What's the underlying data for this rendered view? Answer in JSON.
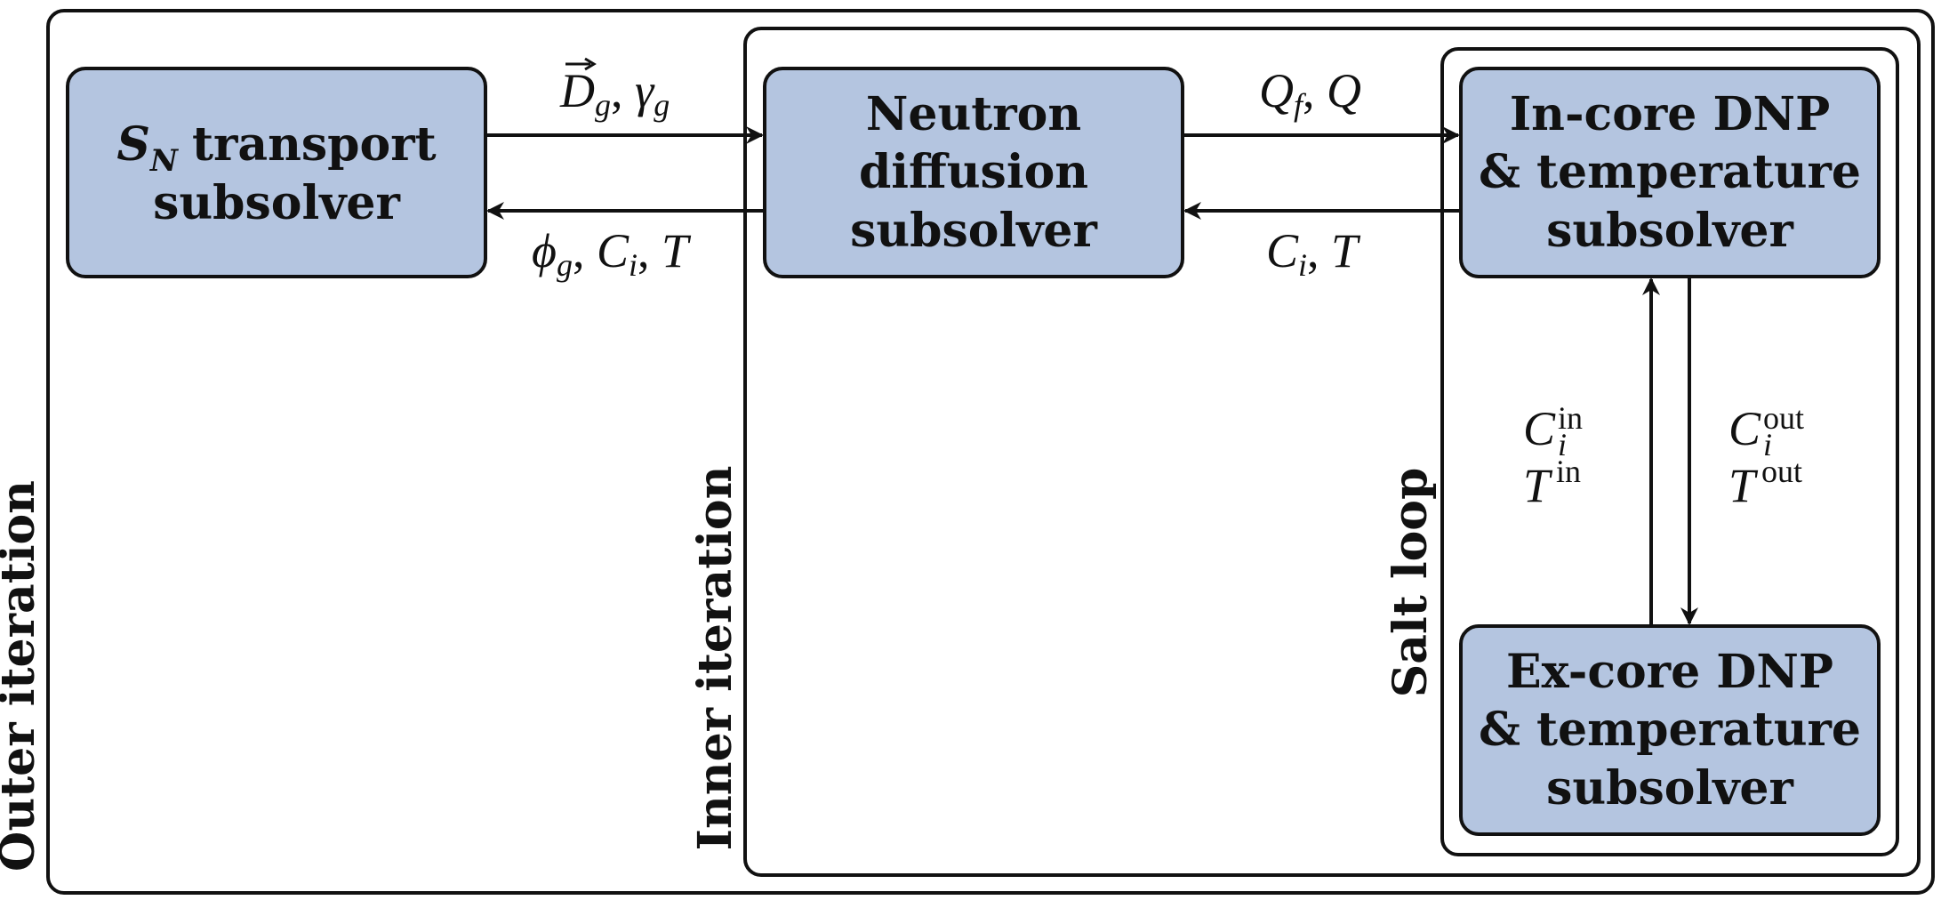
{
  "colors": {
    "box_fill": "#b4c5e0",
    "line": "#111111",
    "background": "#ffffff"
  },
  "frames": {
    "outer_label": "Outer iteration",
    "inner_label": "Inner iteration",
    "salt_label": "Salt loop"
  },
  "boxes": {
    "transport": {
      "symbol": "S",
      "symbol_sub": "N",
      "line1": "transport",
      "line2": "subsolver"
    },
    "diffusion": {
      "line1": "Neutron",
      "line2": "diffusion",
      "line3": "subsolver"
    },
    "incore": {
      "line1": "In-core DNP",
      "line2": "& temperature",
      "line3": "subsolver"
    },
    "excore": {
      "line1": "Ex-core DNP",
      "line2": "& temperature",
      "line3": "subsolver"
    }
  },
  "labels": {
    "transport_to_diffusion": {
      "d": "D",
      "d_sub": "g",
      "sep": ", ",
      "gamma": "γ",
      "gamma_sub": "g"
    },
    "diffusion_to_transport": {
      "phi": "ϕ",
      "phi_sub": "g",
      "sep1": ", ",
      "c": "C",
      "c_sub": "i",
      "sep2": ", ",
      "t": "T"
    },
    "diffusion_to_incore": {
      "q": "Q",
      "q_sub": "f",
      "sep": ", ",
      "q2": "Q"
    },
    "incore_to_diffusion": {
      "c": "C",
      "c_sub": "i",
      "sep": ", ",
      "t": "T"
    },
    "excore_to_incore": {
      "c": "C",
      "c_sub": "i",
      "c_sup": "in",
      "t": "T",
      "t_sup": "in"
    },
    "incore_to_excore": {
      "c": "C",
      "c_sub": "i",
      "c_sup": "out",
      "t": "T",
      "t_sup": "out"
    }
  }
}
